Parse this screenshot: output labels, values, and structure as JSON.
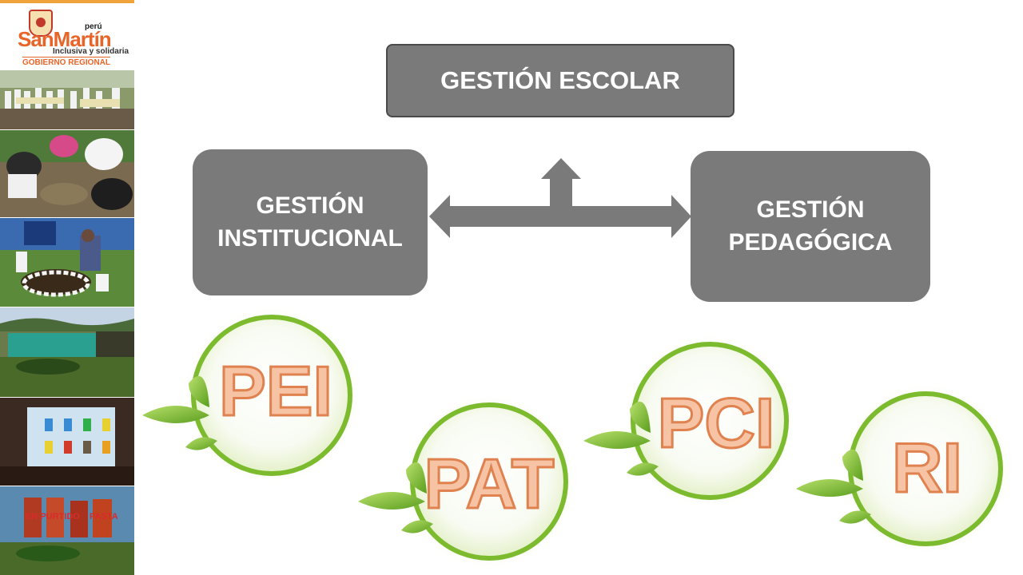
{
  "logo": {
    "peru": "perú",
    "brand": "SanMartín",
    "tagline": "Inclusiva y solidaria",
    "gobierno": "GOBIERNO REGIONAL"
  },
  "sidebar_photos": {
    "jar_label_1": "EN PURTIDO",
    "jar_label_2": "PASTA"
  },
  "boxes": {
    "escolar": "GESTIÓN ESCOLAR",
    "institucional_line1": "GESTIÓN",
    "institucional_line2": "INSTITUCIONAL",
    "pedagogica_line1": "GESTIÓN",
    "pedagogica_line2": "PEDAGÓGICA"
  },
  "orbs": [
    {
      "label": "PEI"
    },
    {
      "label": "PAT"
    },
    {
      "label": "PCI"
    },
    {
      "label": "RI"
    }
  ],
  "colors": {
    "box_fill": "#7a7a7a",
    "box_border": "#4a4a4a",
    "orb_ring": "#7dbb2e",
    "orb_text_fill": "#f6c3a4",
    "orb_text_stroke": "#e0824f",
    "brand_orange": "#e8652a"
  }
}
